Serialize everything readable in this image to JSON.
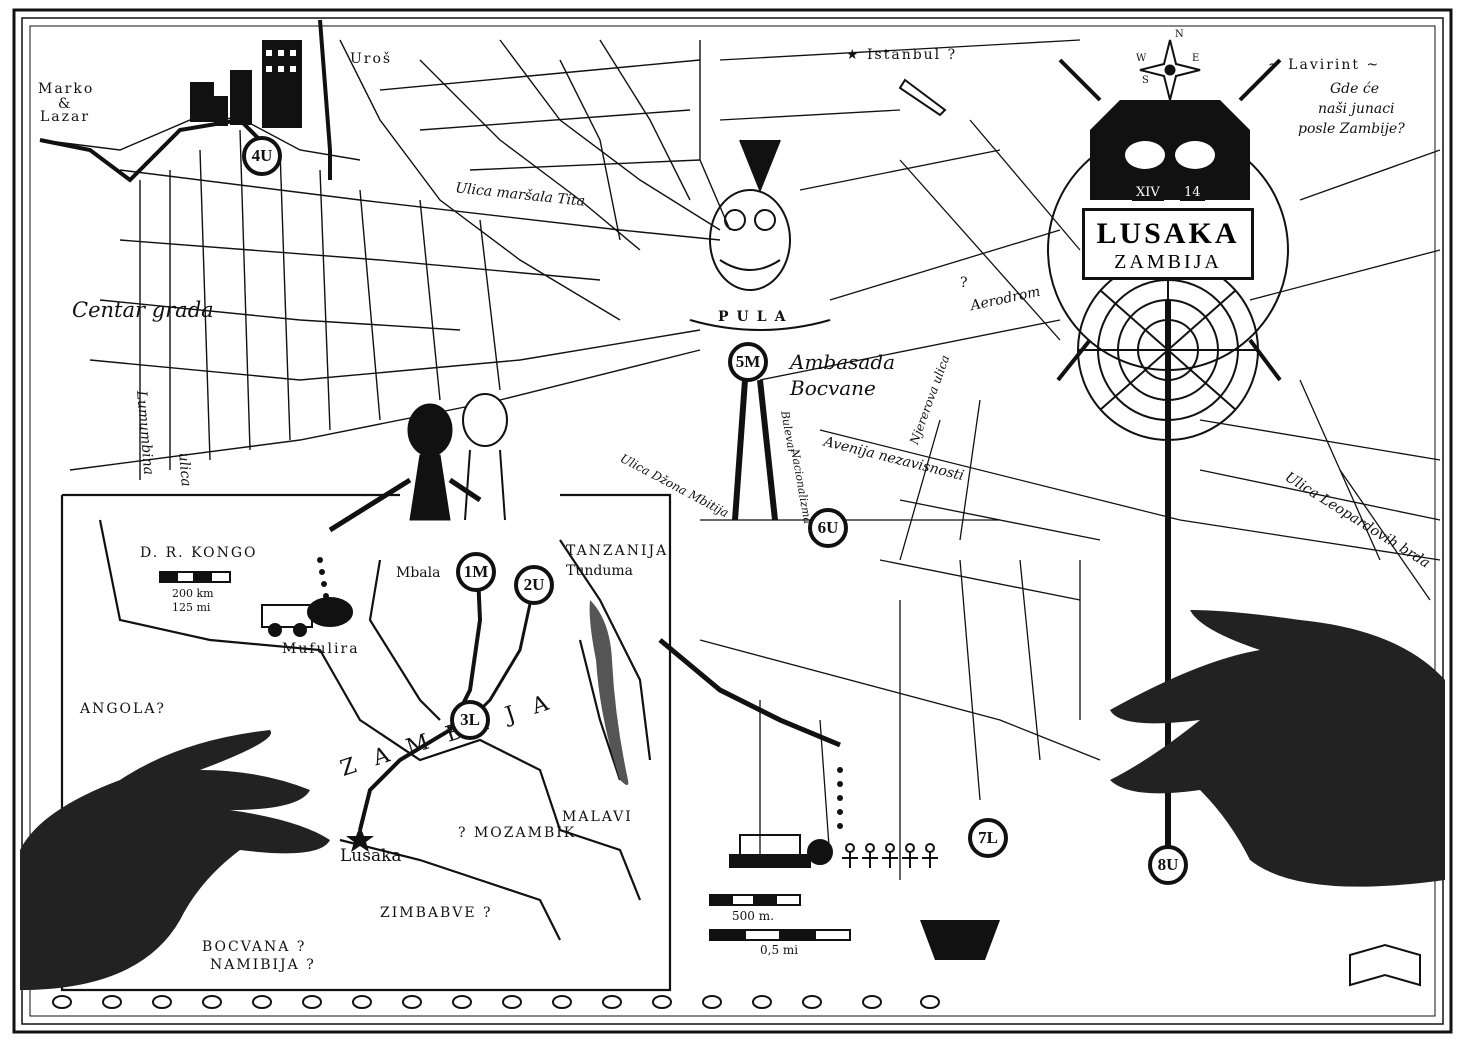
{
  "map": {
    "labels": {
      "marko_lazar_1": "Marko",
      "marko_lazar_2": "&",
      "marko_lazar_3": "Lazar",
      "uros": "Uroš",
      "istanbul": "★ Istanbul ?",
      "lavirint_title": "~ Lavirint ~",
      "lavirint_q1": "Gde će",
      "lavirint_q2": "naši junaci",
      "lavirint_q3": "posle Zambije?",
      "ulica_marsala_tita": "Ulica maršala Tita",
      "centar_grada": "Centar grada",
      "lumumbina": "Lumumbina",
      "ulica": "ulica",
      "aerodrom": "Aerodrom",
      "aerodrom_q": "?",
      "pula": "PULA",
      "ambasada_1": "Ambasada",
      "ambasada_2": "Bocvane",
      "bulevar": "Bulevar",
      "nacionalizma": "Nacionalizma",
      "avenija": "Avenija nezavisnosti",
      "nyerere": "Njererova ulica",
      "leopard": "Ulica Leopardovih brda",
      "dzona": "Ulica Džona Mbitijа",
      "dr_kongo": "D. R. KONGO",
      "scale_km": "200 km",
      "scale_mi": "125 mi",
      "mbala": "Mbala",
      "tanzanija": "TANZANIJA",
      "tunduma": "Tunduma",
      "mufulira": "Mufulira",
      "angola": "ANGOLA?",
      "zambija": "Z A M B I J A",
      "lusaka_small": "Lusaka",
      "mozambik": "? MOZAMBIK",
      "malavi": "MALAVI",
      "zimbabve": "ZIMBABVE ?",
      "bocvana": "BOCVANA ?",
      "namibija": "NAMIBIJA ?",
      "scale_500m": "500 m.",
      "scale_05mi": "0,5 mi"
    },
    "cartouche": {
      "numeral_left": "XIV",
      "numeral_right": "14",
      "title": "LUSAKA",
      "subtitle": "ZAMBIJA"
    },
    "compass": {
      "n": "N",
      "w": "W",
      "e": "E",
      "s": "S"
    },
    "nodes": [
      {
        "id": "4U",
        "label": "4U"
      },
      {
        "id": "5M",
        "label": "5M"
      },
      {
        "id": "6U",
        "label": "6U"
      },
      {
        "id": "1M",
        "label": "1M"
      },
      {
        "id": "2U",
        "label": "2U"
      },
      {
        "id": "3L",
        "label": "3L"
      },
      {
        "id": "7L",
        "label": "7L"
      },
      {
        "id": "8U",
        "label": "8U"
      }
    ]
  }
}
